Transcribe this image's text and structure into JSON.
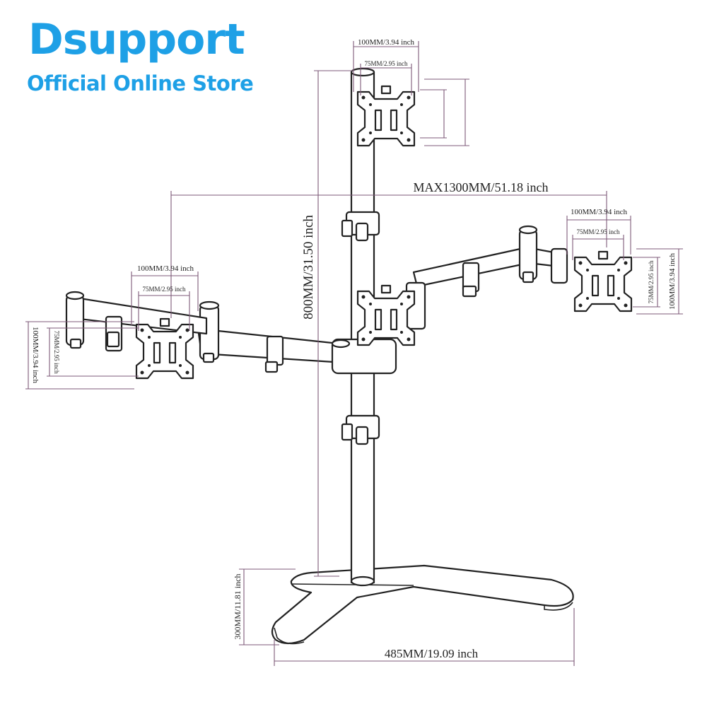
{
  "brand": {
    "title": "Dsupport",
    "subtitle": "Official Online Store",
    "color": "#1ea0e6"
  },
  "dimensions": {
    "top_plate_width": "100MM/3.94 inch",
    "top_plate_hole": "75MM/2.95 inch",
    "max_span": "MAX1300MM/51.18 inch",
    "pole_height": "800MM/31.50 inch",
    "right_plate_width": "100MM/3.94 inch",
    "right_plate_hole": "75MM/2.95 inch",
    "right_plate_vertical_hole": "75MM/2.95 inch",
    "right_plate_vertical": "100MM/3.94 inch",
    "left_plate_width": "100MM/3.94 inch",
    "left_plate_hole": "75MM/2.95 inch",
    "left_plate_vertical": "100MM/3.94 inch",
    "left_plate_vertical_hole": "75MM/2.95 inch",
    "base_depth": "300MM/11.81 inch",
    "base_width": "485MM/19.09 inch"
  },
  "colors": {
    "dimension_line": "#7d5a78",
    "drawing_line": "#222222"
  }
}
